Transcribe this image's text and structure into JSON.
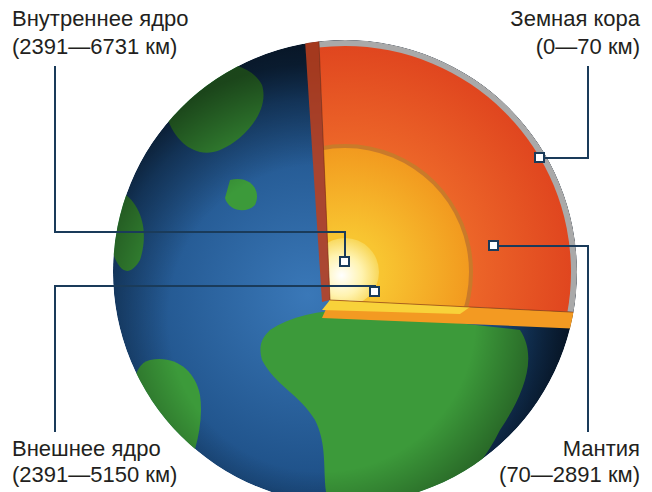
{
  "diagram": {
    "labels": [
      "Внутреннее ядро",
      "(2391—6731 км)",
      "Земная кора",
      "(0—70 км)",
      "Внешнее ядро",
      "(2391—5150 км)",
      "Мантия",
      "(70—2891 км)"
    ]
  }
}
